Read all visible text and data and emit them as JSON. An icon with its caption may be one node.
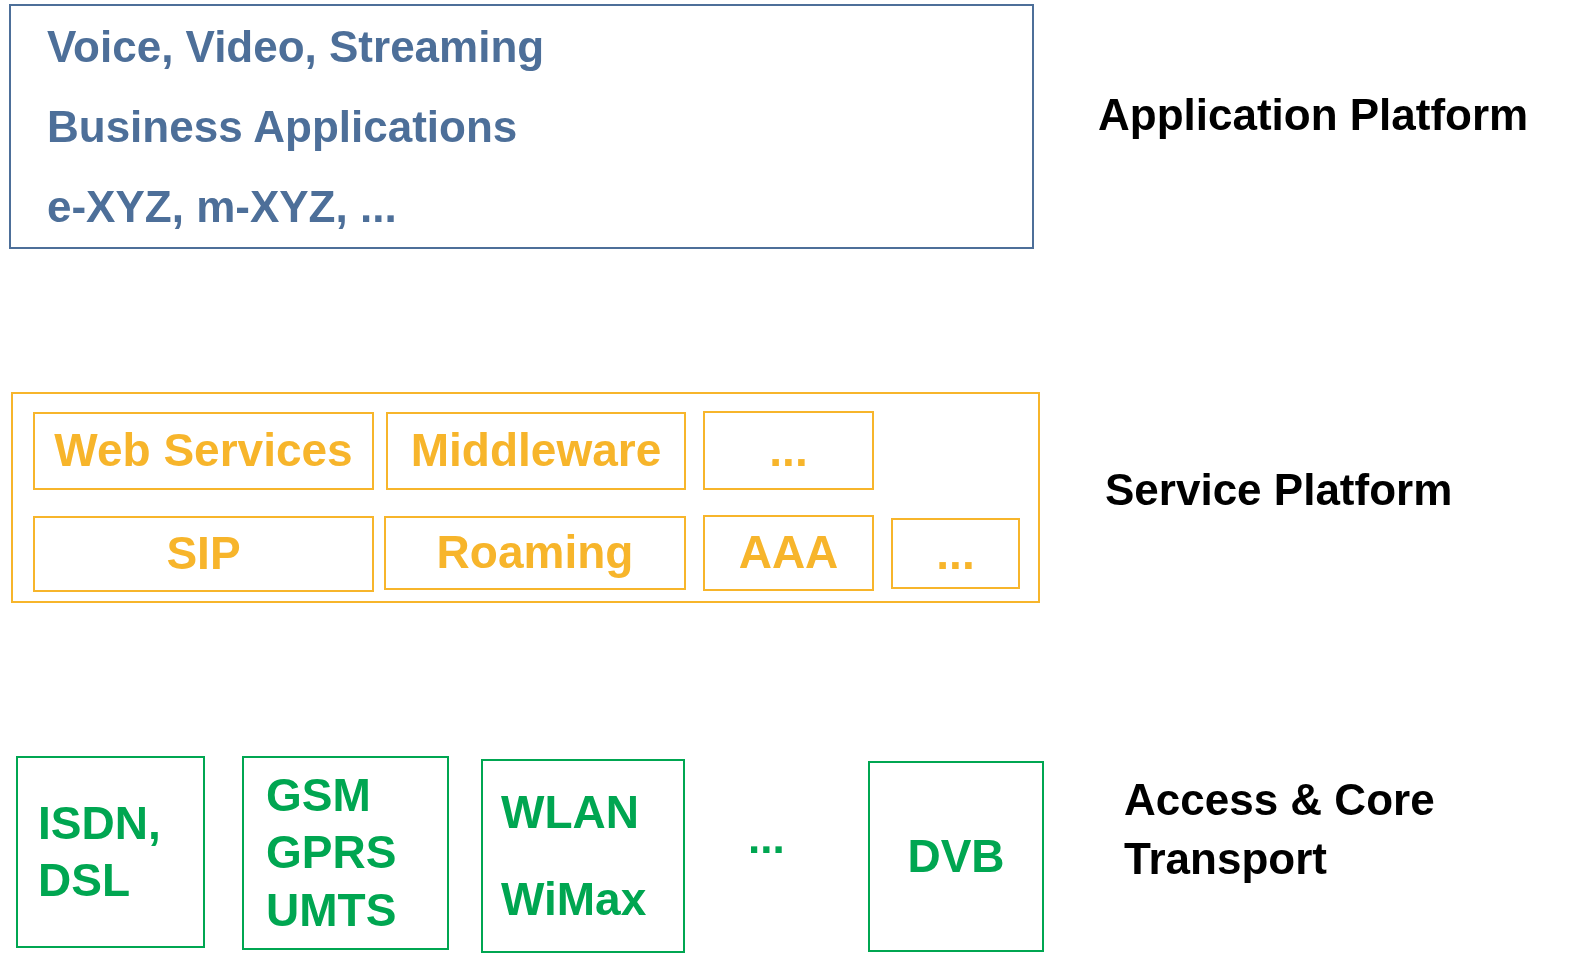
{
  "diagram": {
    "nodes": [
      {
        "text": [
          "Voice, Video, Streaming",
          "Business Applications",
          "e-XYZ, m-XYZ, ..."
        ],
        "beside": [
          "Application Platform"
        ]
      },
      {
        "text": [],
        "shape": "box",
        "beside": [
          "Service Platform"
        ]
      },
      {
        "text": [
          "Web Services"
        ],
        "in": 1
      },
      {
        "text": [
          "Middleware"
        ],
        "in": 1
      },
      {
        "text": [
          "..."
        ],
        "in": 1
      },
      {
        "text": [
          "SIP"
        ],
        "in": 1
      },
      {
        "text": [
          "Roaming"
        ],
        "in": 1
      },
      {
        "text": [
          "AAA"
        ],
        "in": 1
      },
      {
        "text": [
          "..."
        ],
        "in": 1
      },
      {
        "text": [
          "ISDN, DSL"
        ]
      },
      {
        "text": [
          "GSM GPRS UMTS"
        ]
      },
      {
        "text": [
          "WLAN WiMax"
        ]
      },
      {
        "text": [
          "DVB"
        ]
      }
    ],
    "edges": [],
    "labels": [
      "...",
      "Access & Core Transport"
    ]
  }
}
